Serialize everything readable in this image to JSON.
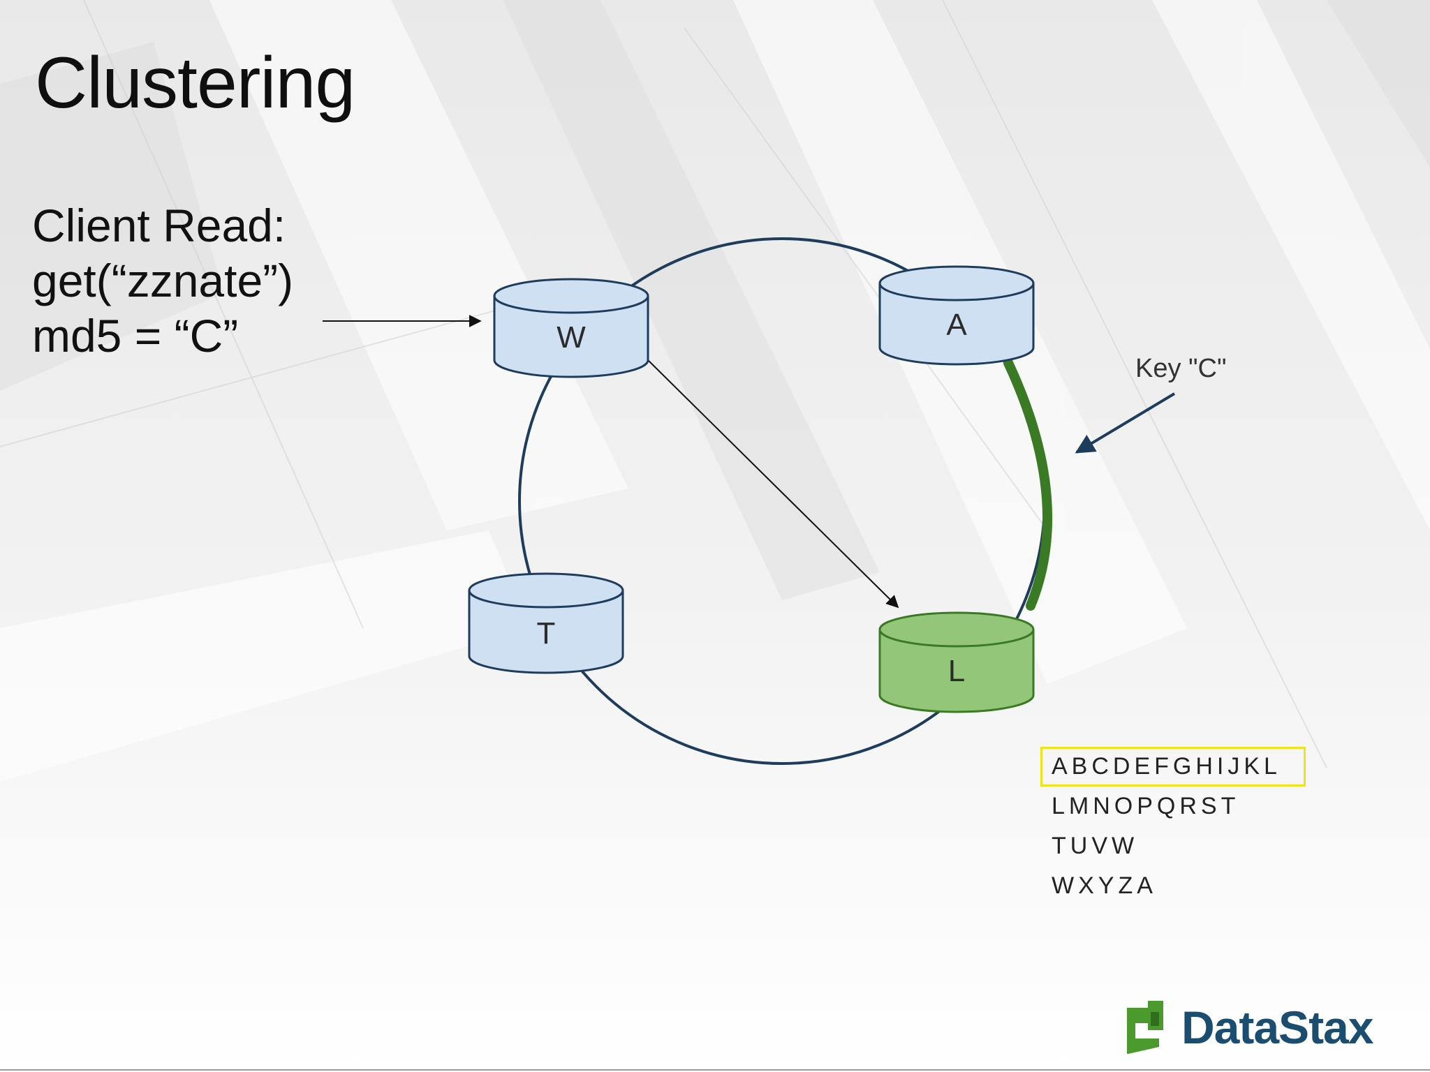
{
  "slide": {
    "title": "Clustering"
  },
  "client": {
    "lines": [
      "Client Read:",
      "get(“zznate”)",
      "md5 = “C”"
    ]
  },
  "ring": {
    "nodes": [
      {
        "label": "W",
        "color": "#cfe0f3"
      },
      {
        "label": "A",
        "color": "#cfe0f3"
      },
      {
        "label": "T",
        "color": "#cfe0f3"
      },
      {
        "label": "L",
        "color": "#94c67a",
        "highlighted": true
      }
    ],
    "key_label": "Key \"C\"",
    "ring_color": "#1e3d5c",
    "range_arc_color": "#3b7a24"
  },
  "ranges": {
    "rows": [
      {
        "text": "ABCDEFGHIJKL",
        "highlighted": true
      },
      {
        "text": "LMNOPQRST"
      },
      {
        "text": "TUVW"
      },
      {
        "text": "WXYZA"
      }
    ],
    "highlight_color": "#f2e21a"
  },
  "logo": {
    "text": "DataStax",
    "icon": "datastax-logo-icon",
    "icon_color": "#4a9a2e",
    "text_color": "#1a4d6f"
  }
}
